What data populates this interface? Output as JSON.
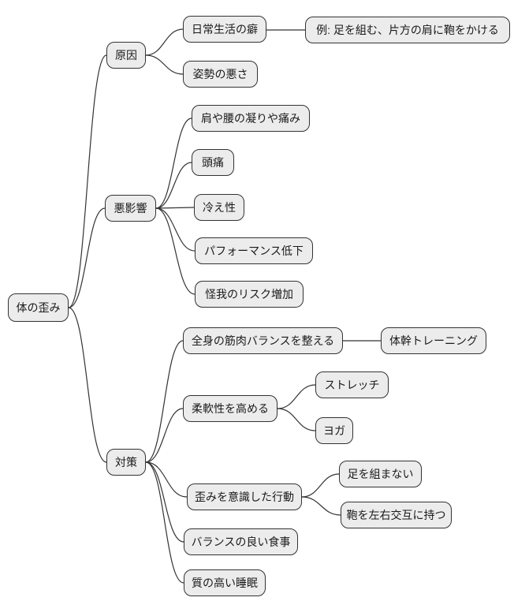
{
  "diagram": {
    "type": "mindmap",
    "style": {
      "node_fill": "#ececec",
      "node_border": "#333333",
      "edge_color": "#333333",
      "background": "#ffffff"
    }
  },
  "mindmap": {
    "root": {
      "label": "体の歪み",
      "children": [
        {
          "label": "原因",
          "children": [
            {
              "label": "日常生活の癖",
              "children": [
                {
                  "label": "例: 足を組む、片方の肩に鞄をかける"
                }
              ]
            },
            {
              "label": "姿勢の悪さ"
            }
          ]
        },
        {
          "label": "悪影響",
          "children": [
            {
              "label": "肩や腰の凝りや痛み"
            },
            {
              "label": "頭痛"
            },
            {
              "label": "冷え性"
            },
            {
              "label": "パフォーマンス低下"
            },
            {
              "label": "怪我のリスク増加"
            }
          ]
        },
        {
          "label": "対策",
          "children": [
            {
              "label": "全身の筋肉バランスを整える",
              "children": [
                {
                  "label": "体幹トレーニング"
                }
              ]
            },
            {
              "label": "柔軟性を高める",
              "children": [
                {
                  "label": "ストレッチ"
                },
                {
                  "label": "ヨガ"
                }
              ]
            },
            {
              "label": "歪みを意識した行動",
              "children": [
                {
                  "label": "足を組まない"
                },
                {
                  "label": "鞄を左右交互に持つ"
                }
              ]
            },
            {
              "label": "バランスの良い食事"
            },
            {
              "label": "質の高い睡眠"
            }
          ]
        }
      ]
    }
  }
}
